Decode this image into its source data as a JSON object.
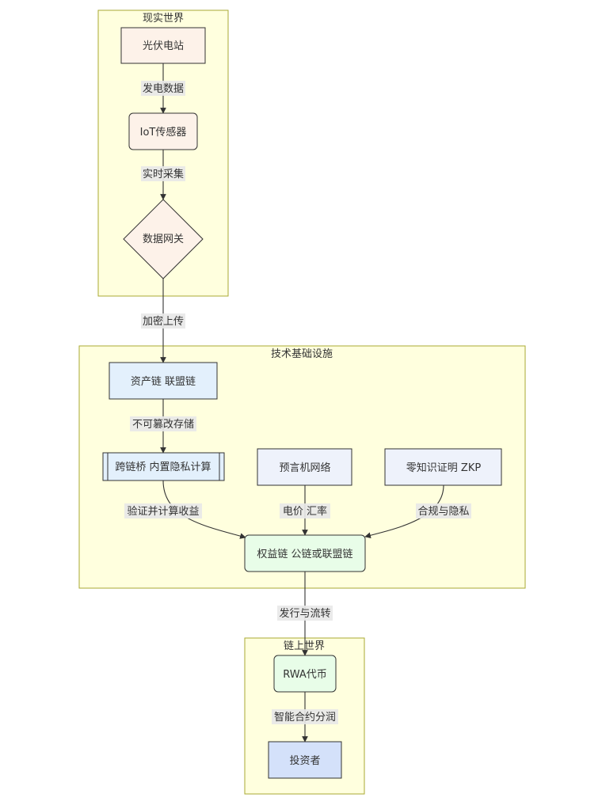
{
  "clusters": {
    "real_world": "现实世界",
    "tech_infra": "技术基础设施",
    "onchain_world": "链上世界"
  },
  "nodes": {
    "solar_station": "光伏电站",
    "iot_sensor": "IoT传感器",
    "data_gateway": "数据网关",
    "asset_chain": "资产链 联盟链",
    "cross_chain_bridge": "跨链桥 内置隐私计算",
    "oracle_network": "预言机网络",
    "zkp": "零知识证明 ZKP",
    "equity_chain": "权益链 公链或联盟链",
    "rwa_token": "RWA代币",
    "investor": "投资者"
  },
  "edges": {
    "gen_data": "发电数据",
    "realtime_collect": "实时采集",
    "encrypt_upload": "加密上传",
    "immutable_store": "不可篡改存储",
    "verify_calc": "验证并计算收益",
    "price_fx": "电价 汇率",
    "compliance_privacy": "合规与隐私",
    "issue_circulate": "发行与流转",
    "smart_contract": "智能合约分润"
  },
  "colors": {
    "cluster_fill": "#ffffde",
    "cluster_stroke": "#aaaa33",
    "orange_node": "#fdf2e9",
    "blue_node": "#e3f0fc",
    "slate_node": "#eef2fb",
    "green_node": "#e8fde8",
    "investor_node": "#d4e1fa",
    "edge": "#333333"
  }
}
